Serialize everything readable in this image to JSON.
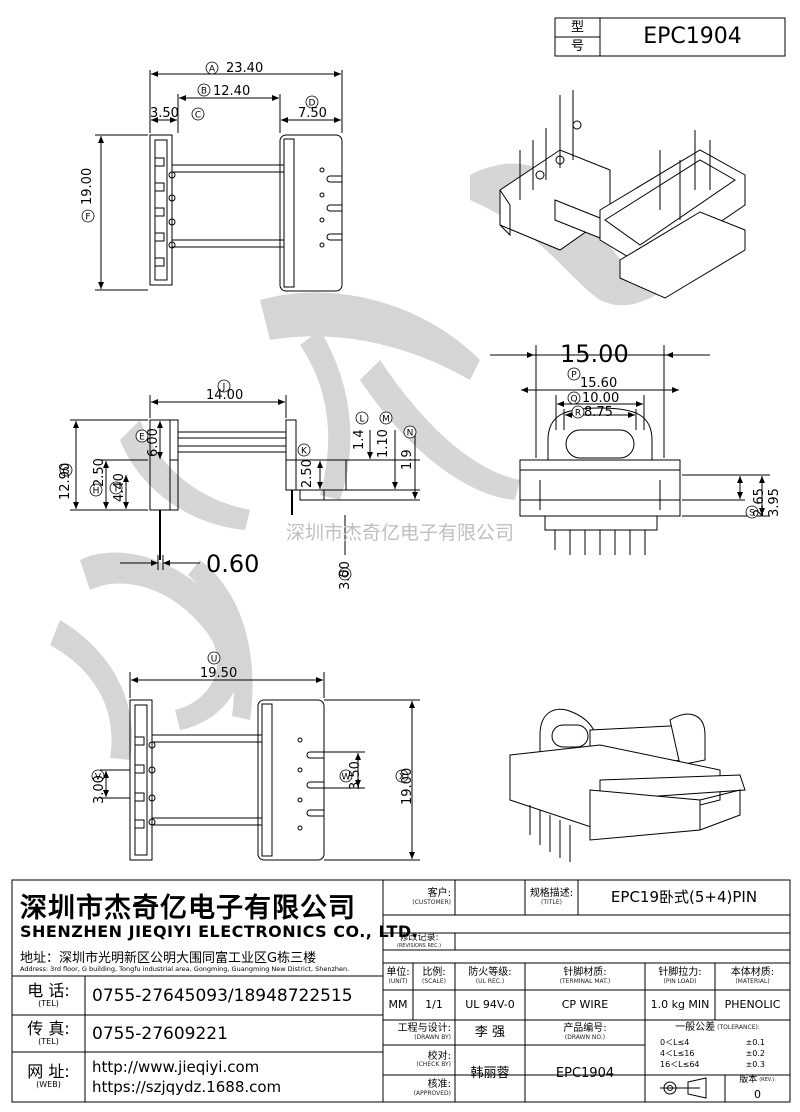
{
  "header": {
    "model_label_1": "型",
    "model_label_2": "号",
    "model_value": "EPC1904"
  },
  "watermark": "深圳市杰奇亿电子有限公司",
  "dimensions": {
    "A": {
      "letter": "A",
      "value": "23.40"
    },
    "B": {
      "letter": "B",
      "value": "12.40"
    },
    "C": {
      "letter": "C",
      "value": "3.50"
    },
    "D": {
      "letter": "D",
      "value": "7.50"
    },
    "E": {
      "letter": "E",
      "value": "6.00"
    },
    "F": {
      "letter": "F",
      "value": "19.00"
    },
    "G": {
      "letter": "G",
      "value": "12.90"
    },
    "H": {
      "letter": "H",
      "value": "2.50"
    },
    "I": {
      "letter": "I",
      "value": "4.40"
    },
    "J": {
      "letter": "J",
      "value": "14.00"
    },
    "K": {
      "letter": "K",
      "value": "2.50"
    },
    "L": {
      "letter": "L",
      "value": "1.4"
    },
    "M": {
      "letter": "M",
      "value": "1.10"
    },
    "N": {
      "letter": "N",
      "value": "1.9"
    },
    "O": {
      "letter": "O",
      "value": "3.00"
    },
    "pin": {
      "value": "0.60"
    },
    "top15": {
      "value": "15.00"
    },
    "P": {
      "letter": "P",
      "value": "15.60"
    },
    "Q": {
      "letter": "Q",
      "value": "10.00"
    },
    "R": {
      "letter": "R",
      "value": "8.75"
    },
    "S": {
      "letter": "S",
      "value": "2.65"
    },
    "T": {
      "value": "3.95"
    },
    "U": {
      "letter": "U",
      "value": "19.50"
    },
    "V": {
      "letter": "V",
      "value": "3.00"
    },
    "W": {
      "letter": "W",
      "value": "3.50"
    },
    "X": {
      "letter": "X",
      "value": "19.00"
    }
  },
  "company": {
    "name_cn": "深圳市杰奇亿电子有限公司",
    "name_en": "SHENZHEN JIEQIYI ELECTRONICS CO., LTD.",
    "address_cn": "地址：深圳市光明新区公明大围同富工业区G栋三楼",
    "address_en": "Address: 3rd floor, G building, Tongfu industrial area, Gongming, Guangming New District, Shenzhen.",
    "tel_label": "电 话:",
    "tel_label_en": "(TEL)",
    "tel": "0755-27645093/18948722515",
    "fax_label": "传 真:",
    "fax_label_en": "(TEL)",
    "fax": "0755-27609221",
    "web_label": "网 址:",
    "web_label_en": "(WEB)",
    "web1": "http://www.jieqiyi.com",
    "web2": "https://szjqydz.1688.com"
  },
  "titleblock": {
    "customer": {
      "zh": "客户:",
      "en": "(CUSTOMER)",
      "value": ""
    },
    "title": {
      "zh": "规格描述:",
      "en": "(TITLE)",
      "value": "EPC19卧式(5+4)PIN"
    },
    "revisions": {
      "zh": "修改记录:",
      "en": "(REVISIONS REC.)"
    },
    "unit": {
      "zh": "单位:",
      "en": "(UNIT)",
      "value": "MM"
    },
    "scale": {
      "zh": "比例:",
      "en": "(SCALE)",
      "value": "1/1"
    },
    "ul": {
      "zh": "防火等级:",
      "en": "(UL REC.)",
      "value": "UL 94V-0"
    },
    "terminal": {
      "zh": "针脚材质:",
      "en": "(TERMINAL MAT.)",
      "value": "CP WIRE"
    },
    "pinload": {
      "zh": "针脚拉力:",
      "en": "(PIN LOAD)",
      "value": "1.0 kg MIN"
    },
    "material": {
      "zh": "本体材质:",
      "en": "(MATERIAL)",
      "value": "PHENOLIC"
    },
    "drawn": {
      "zh": "工程与设计:",
      "en": "(DRAWN BY)",
      "value": "李 强"
    },
    "drawing_no": {
      "zh": "产品编号:",
      "en": "(DRAWN NO.)",
      "value": "EPC1904"
    },
    "check": {
      "zh": "校对:",
      "en": "(CHECK BY)",
      "value": "韩丽蓉"
    },
    "approved": {
      "zh": "核准:",
      "en": "(APPROVED)",
      "value": ""
    },
    "tolerance": {
      "zh": "一般公差",
      "en": "(TOLERANCE):",
      "rows": [
        {
          "range": "0＜L≤4",
          "tol": "±0.1"
        },
        {
          "range": "4＜L≤16",
          "tol": "±0.2"
        },
        {
          "range": "16＜L≤64",
          "tol": "±0.3"
        }
      ]
    },
    "version": {
      "zh": "版本",
      "en": "(REV.):",
      "value": "0"
    }
  }
}
